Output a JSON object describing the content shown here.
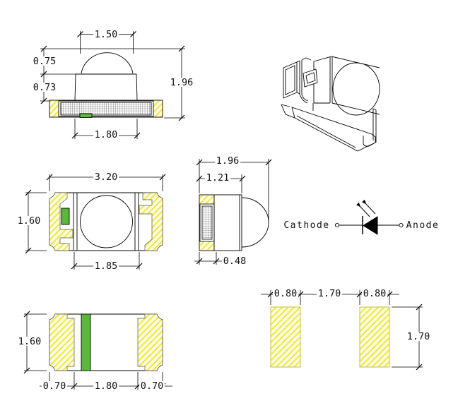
{
  "front_view": {
    "lens_width": "1.50",
    "dome_height": "0.75",
    "body_height": "0.73",
    "total_height": "1.96",
    "base_width": "1.80"
  },
  "top_view": {
    "overall_width": "3.20",
    "overall_height": "1.60",
    "lens_diameter": "1.85"
  },
  "side_view": {
    "overall_depth": "1.96",
    "body_depth": "1.21",
    "terminal_width": "0.48"
  },
  "bottom_view": {
    "overall_height": "1.60",
    "left_pad_width": "0.70",
    "center_width": "1.80",
    "right_pad_width": "0.70"
  },
  "pad_layout": {
    "left_pad_width": "0.80",
    "pad_gap": "1.70",
    "right_pad_width": "0.80",
    "pad_height": "1.70"
  },
  "circuit_symbol": {
    "cathode_label": "Cathode",
    "anode_label": "Anode"
  },
  "colors": {
    "hatch_yellow": "#EFE73C",
    "hatch_bg": "#FEFCE4",
    "chip_green": "#5CB83A",
    "outline": "#000000"
  }
}
